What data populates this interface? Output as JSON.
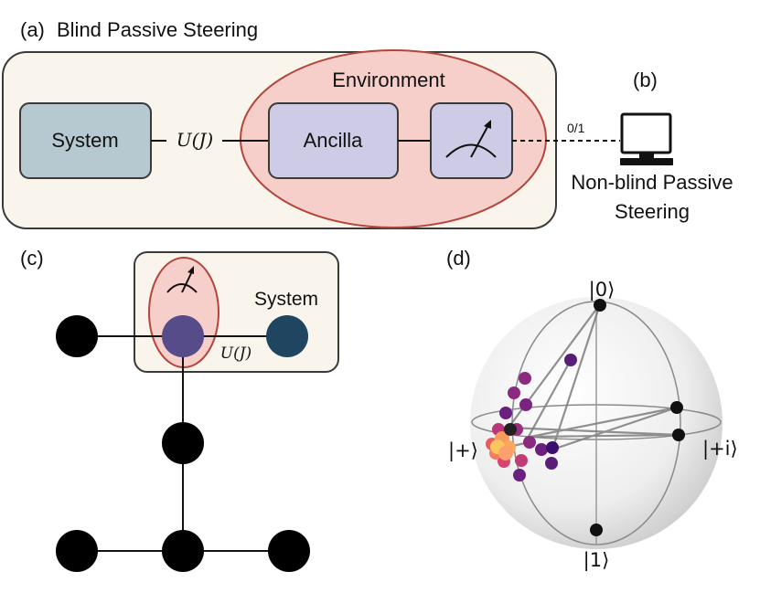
{
  "panel_a": {
    "tag": "(a)",
    "title": "Blind Passive Steering",
    "system_label": "System",
    "coupling_label": "U(J)",
    "environment_label": "Environment",
    "ancilla_label": "Ancilla",
    "meter_icon": "measurement-meter-icon",
    "colors": {
      "outer_fill": "#f9f5ec",
      "env_fill": "#f7cfca",
      "env_stroke": "#b5443a",
      "system_fill": "#b6c8d0",
      "ancilla_fill": "#cdcbe6"
    }
  },
  "panel_b": {
    "tag": "(b)",
    "signal_label": "0/1",
    "computer_icon": "computer-monitor-icon",
    "caption_line1": "Non-blind Passive",
    "caption_line2": "Steering"
  },
  "panel_c": {
    "tag": "(c)",
    "system_label": "System",
    "coupling_label": "U(J)",
    "meter_icon": "measurement-meter-icon",
    "colors": {
      "ancilla_node": "#574c8a",
      "system_node": "#1f4560",
      "env_node": "#000000"
    }
  },
  "panel_d": {
    "tag": "(d)",
    "ket_0": "|0⟩",
    "ket_1": "|1⟩",
    "ket_plus": "|+⟩",
    "ket_plus_i": "|+i⟩",
    "trajectory_colormap": [
      "#3b0f70",
      "#8c2981",
      "#de4968",
      "#fe9f6d",
      "#fcdc5f"
    ]
  }
}
